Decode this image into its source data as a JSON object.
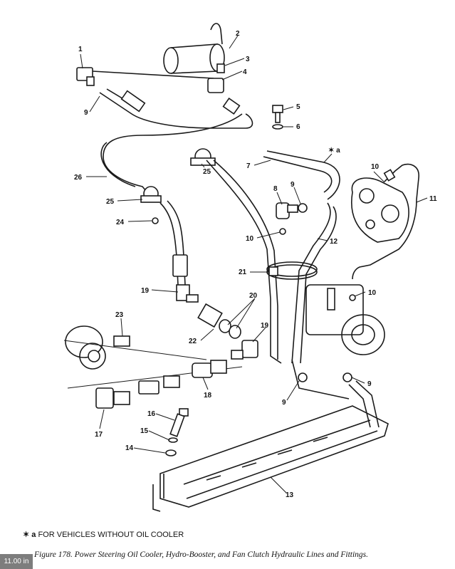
{
  "callouts": [
    {
      "id": "c1",
      "text": "1"
    },
    {
      "id": "c2",
      "text": "2"
    },
    {
      "id": "c3",
      "text": "3"
    },
    {
      "id": "c4",
      "text": "4"
    },
    {
      "id": "c5",
      "text": "5"
    },
    {
      "id": "c6",
      "text": "6"
    },
    {
      "id": "c7",
      "text": "7"
    },
    {
      "id": "c8",
      "text": "8"
    },
    {
      "id": "c9a",
      "text": "9"
    },
    {
      "id": "c9b",
      "text": "9"
    },
    {
      "id": "c9c",
      "text": "9"
    },
    {
      "id": "c9d",
      "text": "9"
    },
    {
      "id": "c10a",
      "text": "10"
    },
    {
      "id": "c10b",
      "text": "10"
    },
    {
      "id": "c10c",
      "text": "10"
    },
    {
      "id": "c11",
      "text": "11"
    },
    {
      "id": "c12",
      "text": "12"
    },
    {
      "id": "c13",
      "text": "13"
    },
    {
      "id": "c14",
      "text": "14"
    },
    {
      "id": "c15",
      "text": "15"
    },
    {
      "id": "c16",
      "text": "16"
    },
    {
      "id": "c17",
      "text": "17"
    },
    {
      "id": "c18",
      "text": "18"
    },
    {
      "id": "c19a",
      "text": "19"
    },
    {
      "id": "c19b",
      "text": "19"
    },
    {
      "id": "c20",
      "text": "20"
    },
    {
      "id": "c21",
      "text": "21"
    },
    {
      "id": "c22",
      "text": "22"
    },
    {
      "id": "c23",
      "text": "23"
    },
    {
      "id": "c24",
      "text": "24"
    },
    {
      "id": "c25a",
      "text": "25"
    },
    {
      "id": "c25b",
      "text": "25"
    },
    {
      "id": "c26",
      "text": "26"
    },
    {
      "id": "ca",
      "text": "✶ a"
    }
  ],
  "footnote": {
    "marker": "✶ a",
    "text": "FOR VEHICLES WITHOUT OIL COOLER"
  },
  "caption": "Figure 178.  Power Steering Oil Cooler, Hydro-Booster, and Fan Clutch Hydraulic Lines and Fittings.",
  "scale_badge": "11.00 in"
}
